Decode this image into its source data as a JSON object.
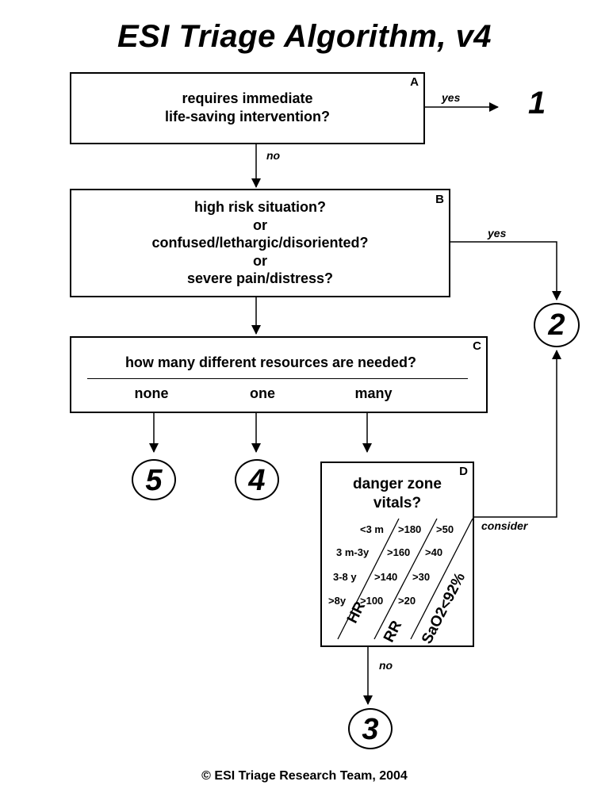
{
  "title": "ESI Triage Algorithm, v4",
  "box_a": {
    "letter": "A",
    "line1": "requires immediate",
    "line2": "life-saving intervention?"
  },
  "box_b": {
    "letter": "B",
    "line1": "high risk situation?",
    "line2": "or",
    "line3": "confused/lethargic/disoriented?",
    "line4": "or",
    "line5": "severe pain/distress?"
  },
  "box_c": {
    "letter": "C",
    "question": "how many different resources are needed?",
    "options": [
      "none",
      "one",
      "many"
    ]
  },
  "box_d": {
    "letter": "D",
    "line1": "danger zone",
    "line2": "vitals?",
    "rows": [
      {
        "age": "<3 m",
        "hr": ">180",
        "rr": ">50"
      },
      {
        "age": "3 m-3y",
        "hr": ">160",
        "rr": ">40"
      },
      {
        "age": "3-8 y",
        "hr": ">140",
        "rr": ">30"
      },
      {
        "age": ">8y",
        "hr": ">100",
        "rr": ">20"
      }
    ],
    "col_hr": "HR",
    "col_rr": "RR",
    "col_sao2": "SaO2<92%"
  },
  "labels": {
    "yes_a": "yes",
    "no_a": "no",
    "yes_b": "yes",
    "consider": "consider",
    "no_d": "no"
  },
  "levels": {
    "l1": "1",
    "l2": "2",
    "l3": "3",
    "l4": "4",
    "l5": "5"
  },
  "footer": "© ESI Triage Research Team, 2004"
}
